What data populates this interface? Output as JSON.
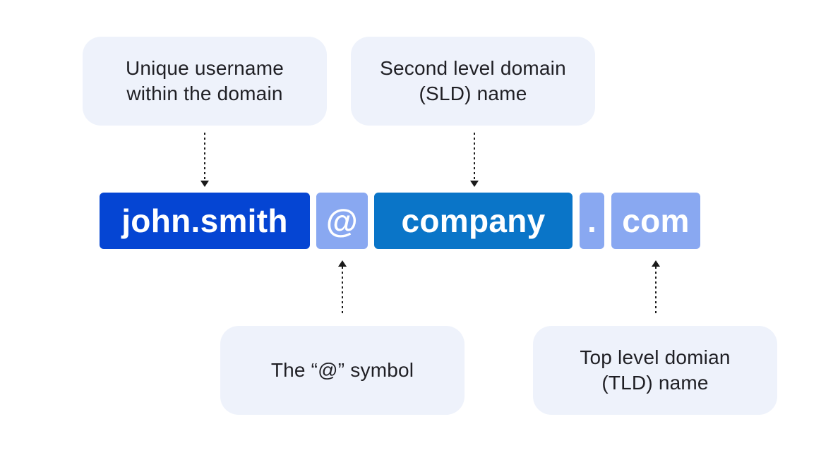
{
  "callouts": {
    "username": "Unique username within the domain",
    "sld": "Second level domain (SLD) name",
    "at_symbol": "The “@” symbol",
    "tld": "Top level domian (TLD) name"
  },
  "email_parts": {
    "username": "john.smith",
    "at": "@",
    "sld": "company",
    "dot": ".",
    "tld": "com"
  },
  "colors": {
    "username_fill": "#0545d3",
    "sld_fill": "#0a75c8",
    "light_fill": "#89a8f1",
    "callout_fill": "#eef2fb",
    "text_dark": "#1f1f24",
    "connector": "#1a1a1a"
  },
  "icons": {
    "arrow_down": "arrow-down-icon",
    "arrow_up": "arrow-up-icon"
  }
}
